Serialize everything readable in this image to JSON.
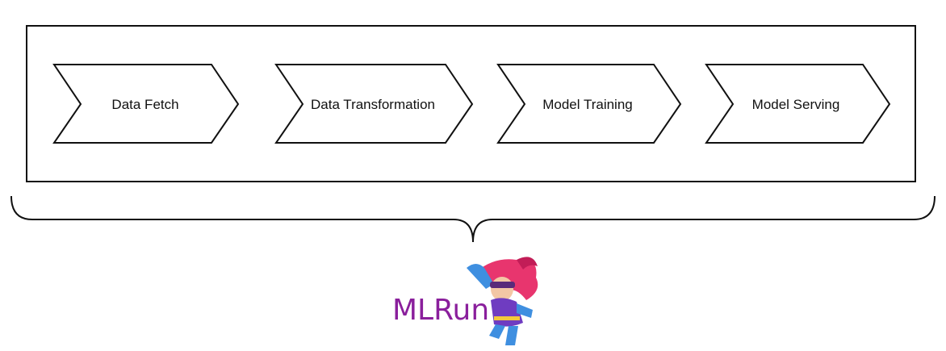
{
  "pipeline": {
    "steps": [
      {
        "label": "Data Fetch"
      },
      {
        "label": "Data Transformation"
      },
      {
        "label": "Model Training"
      },
      {
        "label": "Model Serving"
      }
    ]
  },
  "logo": {
    "text": "MLRun",
    "text_color": "#8a1f9c",
    "mascot": "superhero-mascot-icon"
  },
  "colors": {
    "stroke": "#111111",
    "background": "#ffffff"
  }
}
